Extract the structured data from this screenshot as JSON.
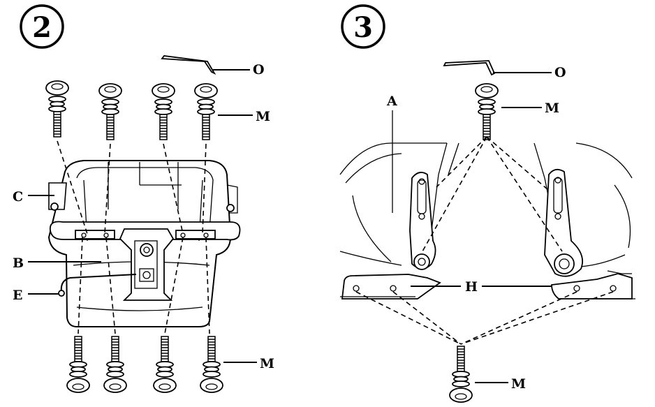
{
  "steps": {
    "left": "2",
    "right": "3"
  },
  "labels": {
    "left_O": "O",
    "left_M_top": "M",
    "left_C": "C",
    "left_B": "B",
    "left_E": "E",
    "left_M_bottom": "M",
    "right_O": "O",
    "right_M_top": "M",
    "right_A": "A",
    "right_H": "H",
    "right_M_bottom": "M"
  }
}
